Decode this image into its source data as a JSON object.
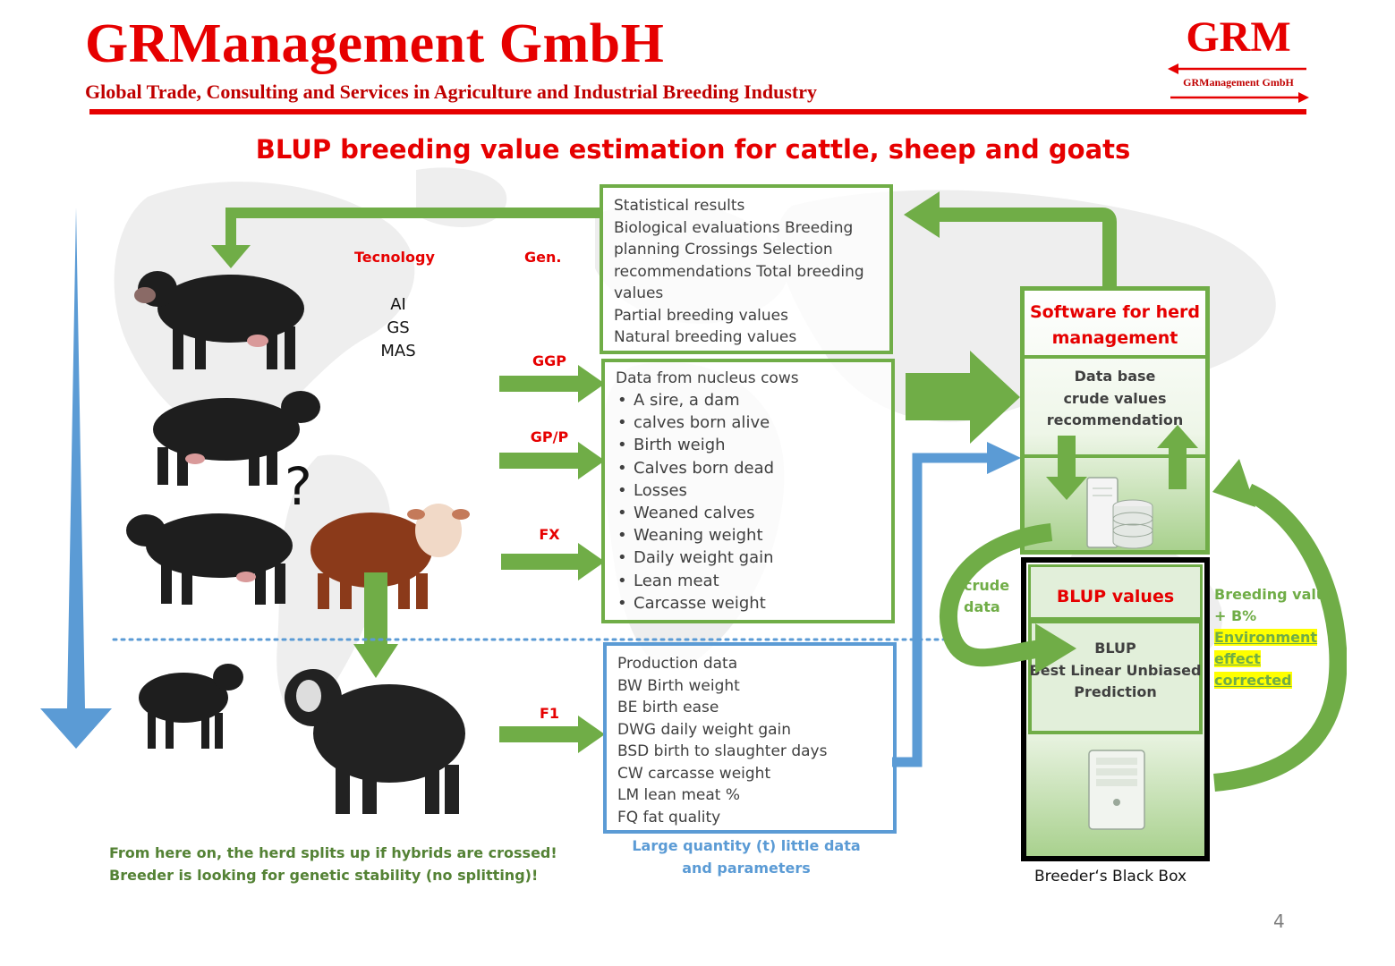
{
  "header": {
    "company": "GRManagement GmbH",
    "subtitle": "Global Trade, Consulting and Services in Agriculture and Industrial Breeding Industry",
    "logo_big": "GRM",
    "logo_small": "GRManagement GmbH"
  },
  "title": "BLUP breeding value estimation for cattle, sheep and goats",
  "left_labels": {
    "technology": "Tecnology",
    "gen": "Gen.",
    "tech_items": [
      "AI",
      "GS",
      "MAS"
    ],
    "question": "?"
  },
  "generations": [
    "GGP",
    "GP/P",
    "FX",
    "F1"
  ],
  "results_box": {
    "lines": [
      "Statistical results",
      "Biological evaluations Breeding planning Crossings Selection recommendations Total breeding values",
      "Partial breeding values",
      "Natural breeding values"
    ]
  },
  "nucleus_box": {
    "heading": "Data from nucleus cows",
    "items": [
      "A sire, a dam",
      "calves born alive",
      "Birth weigh",
      "Calves born dead",
      "Losses",
      "Weaned calves",
      "Weaning weight",
      "Daily weight gain",
      "Lean meat",
      "Carcasse weight"
    ]
  },
  "production_box": {
    "lines": [
      "Production data",
      "BW Birth weight",
      "BE birth ease",
      "DWG daily weight gain",
      "BSD birth to slaughter days",
      "CW carcasse weight",
      "LM lean meat %",
      "FQ fat quality"
    ]
  },
  "software": {
    "title": "Software for herd management",
    "db_lines": [
      "Data base",
      "crude values",
      "recommendation"
    ]
  },
  "blup": {
    "title": "BLUP  values",
    "lines": [
      "BLUP",
      "Best Linear Unbiased",
      "Prediction"
    ],
    "caption": "Breeder‘s Black Box"
  },
  "side_notes": {
    "crude": [
      "crude",
      "data"
    ],
    "breeding_plain": [
      "Breeding value",
      "+ B%"
    ],
    "breeding_hl": [
      "Environment",
      "effect",
      "corrected"
    ]
  },
  "bottom_notes": {
    "green": [
      "From here on, the herd splits up if hybrids are crossed!",
      "Breeder is looking for genetic stability (no splitting)!"
    ],
    "blue": [
      "Large quantity (t) little data",
      "and parameters"
    ]
  },
  "page_number": "4",
  "colors": {
    "brand_red": "#e60000",
    "green": "#70ad47",
    "dark_green": "#548235",
    "blue": "#5b9bd5"
  }
}
